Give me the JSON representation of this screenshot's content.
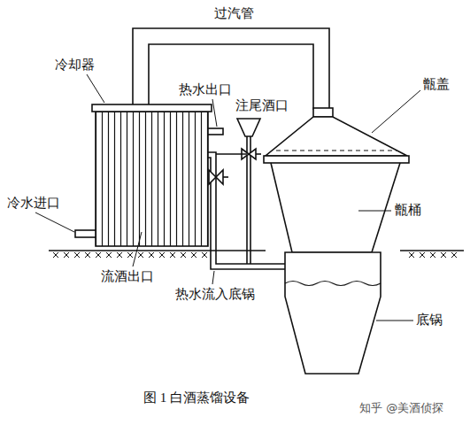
{
  "diagram": {
    "caption": "图 1 白酒蒸馏设备",
    "labels": [
      "过汽管",
      "冷却器",
      "热水出口",
      "注尾酒口",
      "甑盖",
      "甑桶",
      "冷水进口",
      "流酒出口",
      "热水流入底锅",
      "底锅",
      "知乎 @美酒侦探"
    ]
  }
}
